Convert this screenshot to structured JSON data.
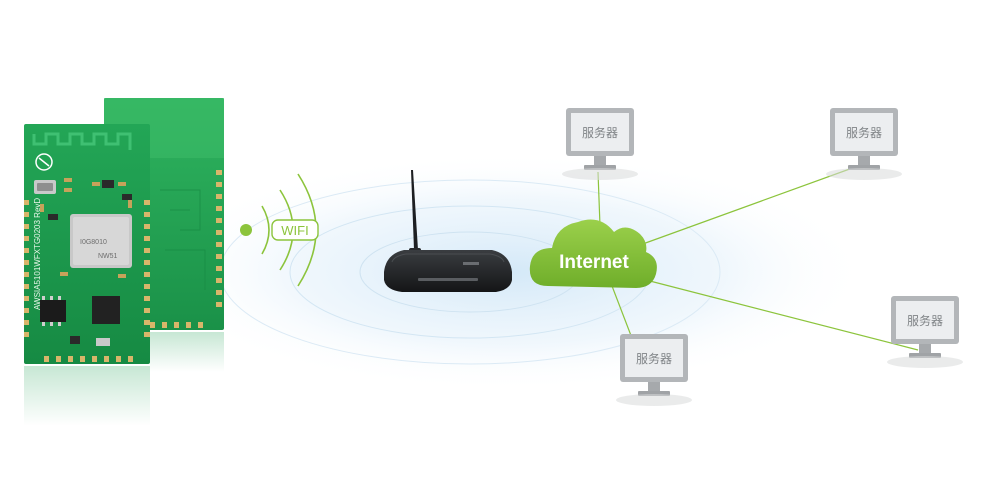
{
  "labels": {
    "wifi": "WIFI",
    "internet": "Internet",
    "server": "服务器",
    "pcb_marking": "AWSIA5101WFXTG0203 RevD",
    "chip_marking_1": "I0G8010",
    "chip_marking_2": "NW51"
  },
  "colors": {
    "accent_green": "#8cc43c",
    "cloud_green": "#86c13a",
    "pcb_green": "#1f9f53",
    "monitor_gray": "#b7babd",
    "router_black": "#1d1f22"
  },
  "icons": {
    "module": "wifi-module-icon",
    "signal": "wifi-signal-icon",
    "router": "router-icon",
    "cloud": "internet-cloud-icon",
    "server": "server-monitor-icon"
  }
}
